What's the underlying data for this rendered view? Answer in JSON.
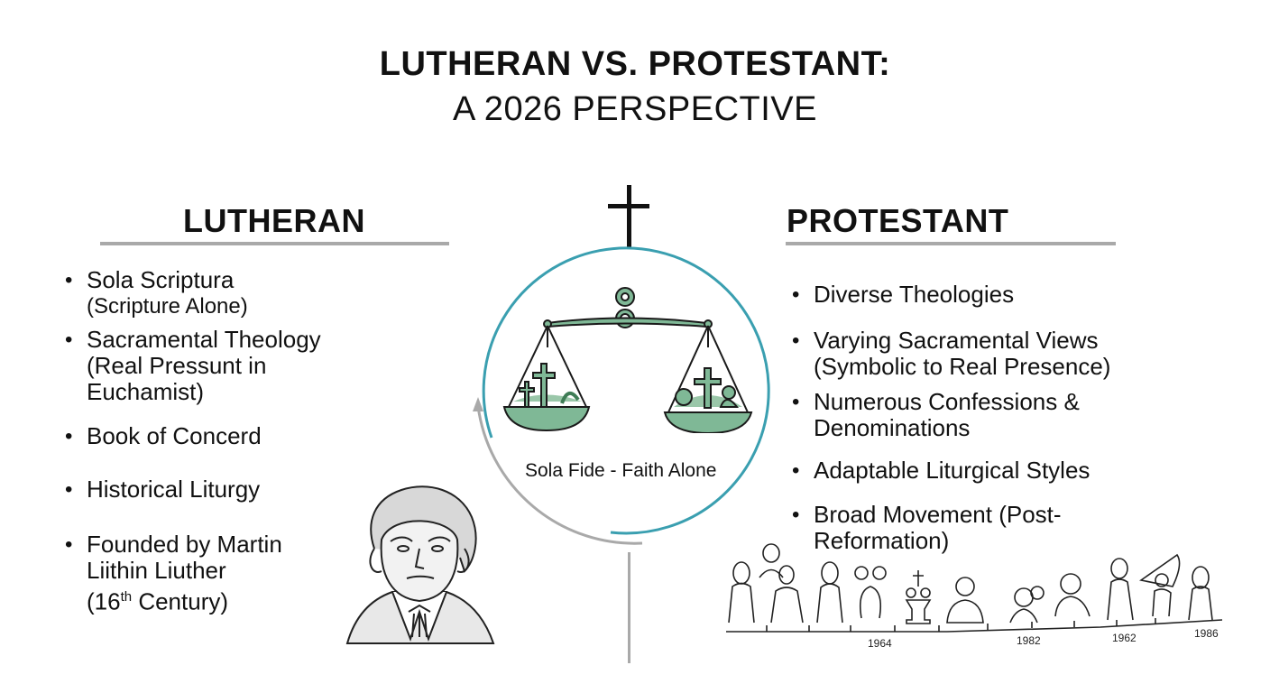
{
  "header": {
    "title": "LUTHERAN VS. PROTESTANT:",
    "subtitle": "A 2026 PERSPECTIVE"
  },
  "lutheran": {
    "heading": "LUTHERAN",
    "items": [
      {
        "main": "Sola Scriptura",
        "sub": "(Scripture Alone)"
      },
      {
        "main": "Sacramental Theology",
        "sub": "(Real Pressunt in Euchamist)"
      },
      {
        "main": "Book of Concerd",
        "sub": ""
      },
      {
        "main": "Historical Liturgy",
        "sub": ""
      },
      {
        "main": "Founded by Martin Liithin Liuther",
        "sub_prefix": "(16",
        "sub_sup": "th",
        "sub_suffix": " Century)"
      }
    ]
  },
  "protestant": {
    "heading": "PROTESTANT",
    "items": [
      {
        "main": "Diverse Theologies",
        "sub": ""
      },
      {
        "main": "Varying Sacramental Views",
        "sub": "(Symbolic to Real Presence)"
      },
      {
        "main": "Numerous Confessions & Denominations",
        "sub": ""
      },
      {
        "main": "Adaptable Liturgical Styles",
        "sub": ""
      },
      {
        "main": "Broad Movement (Post-Reformation)",
        "sub": ""
      }
    ]
  },
  "center": {
    "caption": "Sola Fide - Faith Alone",
    "icons": [
      "cross-icon",
      "balance-scale-icon",
      "circular-arrow-icon"
    ]
  },
  "timeline": {
    "years": [
      "1964",
      "1982",
      "1962",
      "1986"
    ]
  },
  "colors": {
    "scale_green": "#7fb896",
    "circle_teal": "#3a9fb0",
    "arrow_gray": "#a9a9a9",
    "rule_gray": "#a9a9a9"
  }
}
